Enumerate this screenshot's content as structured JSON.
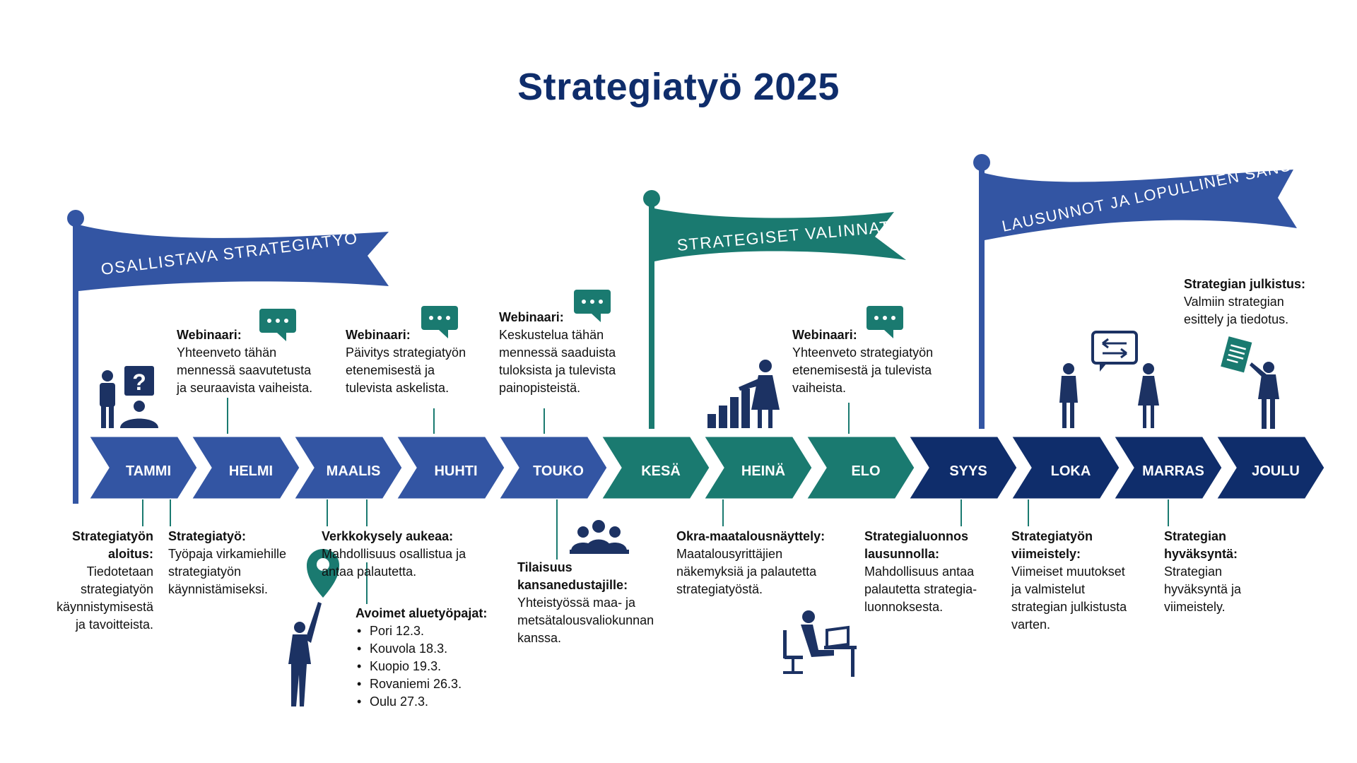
{
  "title": "Strategiatyö 2025",
  "colors": {
    "blue": "#3355a3",
    "teal": "#1a7a70",
    "navy": "#0f2d6b",
    "icon": "#1c3263"
  },
  "flags": [
    {
      "text": "OSALLISTAVA STRATEGIATYÖ",
      "color": "#3355a3"
    },
    {
      "text": "STRATEGISET VALINNAT",
      "color": "#1a7a70"
    },
    {
      "text": "LAUSUNNOT JA LOPULLINEN SANOITUS",
      "color": "#3355a3"
    }
  ],
  "months": [
    {
      "label": "TAMMI",
      "color": "#3355a3"
    },
    {
      "label": "HELMI",
      "color": "#3355a3"
    },
    {
      "label": "MAALIS",
      "color": "#3355a3"
    },
    {
      "label": "HUHTI",
      "color": "#3355a3"
    },
    {
      "label": "TOUKO",
      "color": "#3355a3"
    },
    {
      "label": "KESÄ",
      "color": "#1a7a70"
    },
    {
      "label": "HEINÄ",
      "color": "#1a7a70"
    },
    {
      "label": "ELO",
      "color": "#1a7a70"
    },
    {
      "label": "SYYS",
      "color": "#0f2d6b"
    },
    {
      "label": "LOKA",
      "color": "#0f2d6b"
    },
    {
      "label": "MARRAS",
      "color": "#0f2d6b"
    },
    {
      "label": "JOULU",
      "color": "#0f2d6b"
    }
  ],
  "top_notes": {
    "helmi": {
      "heading": "Webinaari:",
      "lines": [
        "Yhteenveto tähän",
        "mennessä saavutetusta",
        "ja seuraavista vaiheista."
      ]
    },
    "huhti": {
      "heading": "Webinaari:",
      "lines": [
        "Päivitys strategiatyön",
        "etenemisestä ja",
        "tulevista askelista."
      ]
    },
    "touko": {
      "heading": "Webinaari:",
      "lines": [
        "Keskustelua tähän",
        "mennessä saaduista",
        "tuloksista ja tulevista",
        "painopisteistä."
      ]
    },
    "elo": {
      "heading": "Webinaari:",
      "lines": [
        "Yhteenveto strategiatyön",
        "etenemisestä ja tulevista",
        "vaiheista."
      ]
    },
    "joulu": {
      "heading": "Strategian julkistus:",
      "lines": [
        "Valmiin strategian",
        "esittely ja tiedotus."
      ]
    }
  },
  "bottom_notes": {
    "tammi": {
      "heading": [
        "Strategiatyön",
        "aloitus:"
      ],
      "lines": [
        "Tiedotetaan",
        "strategiatyön",
        "käynnistymisestä",
        "ja tavoitteista."
      ]
    },
    "helmi": {
      "heading": [
        "Strategiatyö:"
      ],
      "lines": [
        "Työpaja virkamiehille",
        "strategiatyön",
        "käynnistämiseksi."
      ]
    },
    "maalis": {
      "heading": [
        "Verkkokysely aukeaa:"
      ],
      "lines": [
        "Mahdollisuus osallistua ja",
        "antaa palautetta."
      ]
    },
    "aluetyopajat": {
      "heading": "Avoimet aluetyöpajat:",
      "items": [
        "Pori 12.3.",
        "Kouvola 18.3.",
        "Kuopio 19.3.",
        "Rovaniemi 26.3.",
        "Oulu 27.3."
      ]
    },
    "touko": {
      "heading": [
        "Tilaisuus",
        "kansanedustajille:"
      ],
      "lines": [
        "Yhteistyössä maa- ja",
        "metsätalousvaliokunnan",
        "kanssa."
      ]
    },
    "heina": {
      "heading": [
        "Okra-maatalousnäyttely:"
      ],
      "lines": [
        "Maatalousyrittäjien",
        "näkemyksiä ja palautetta",
        "strategiatyöstä."
      ]
    },
    "syys": {
      "heading": [
        "Strategialuonnos",
        "lausunnolla:"
      ],
      "lines": [
        "Mahdollisuus antaa",
        "palautetta strategia-",
        "luonnoksesta."
      ]
    },
    "loka": {
      "heading": [
        "Strategiatyön",
        "viimeistely:"
      ],
      "lines": [
        "Viimeiset muutokset",
        "ja valmistelut",
        "strategian julkistusta",
        "varten."
      ]
    },
    "marras": {
      "heading": [
        "Strategian",
        "hyväksyntä:"
      ],
      "lines": [
        "Strategian",
        "hyväksyntä ja",
        "viimeistely."
      ]
    }
  }
}
